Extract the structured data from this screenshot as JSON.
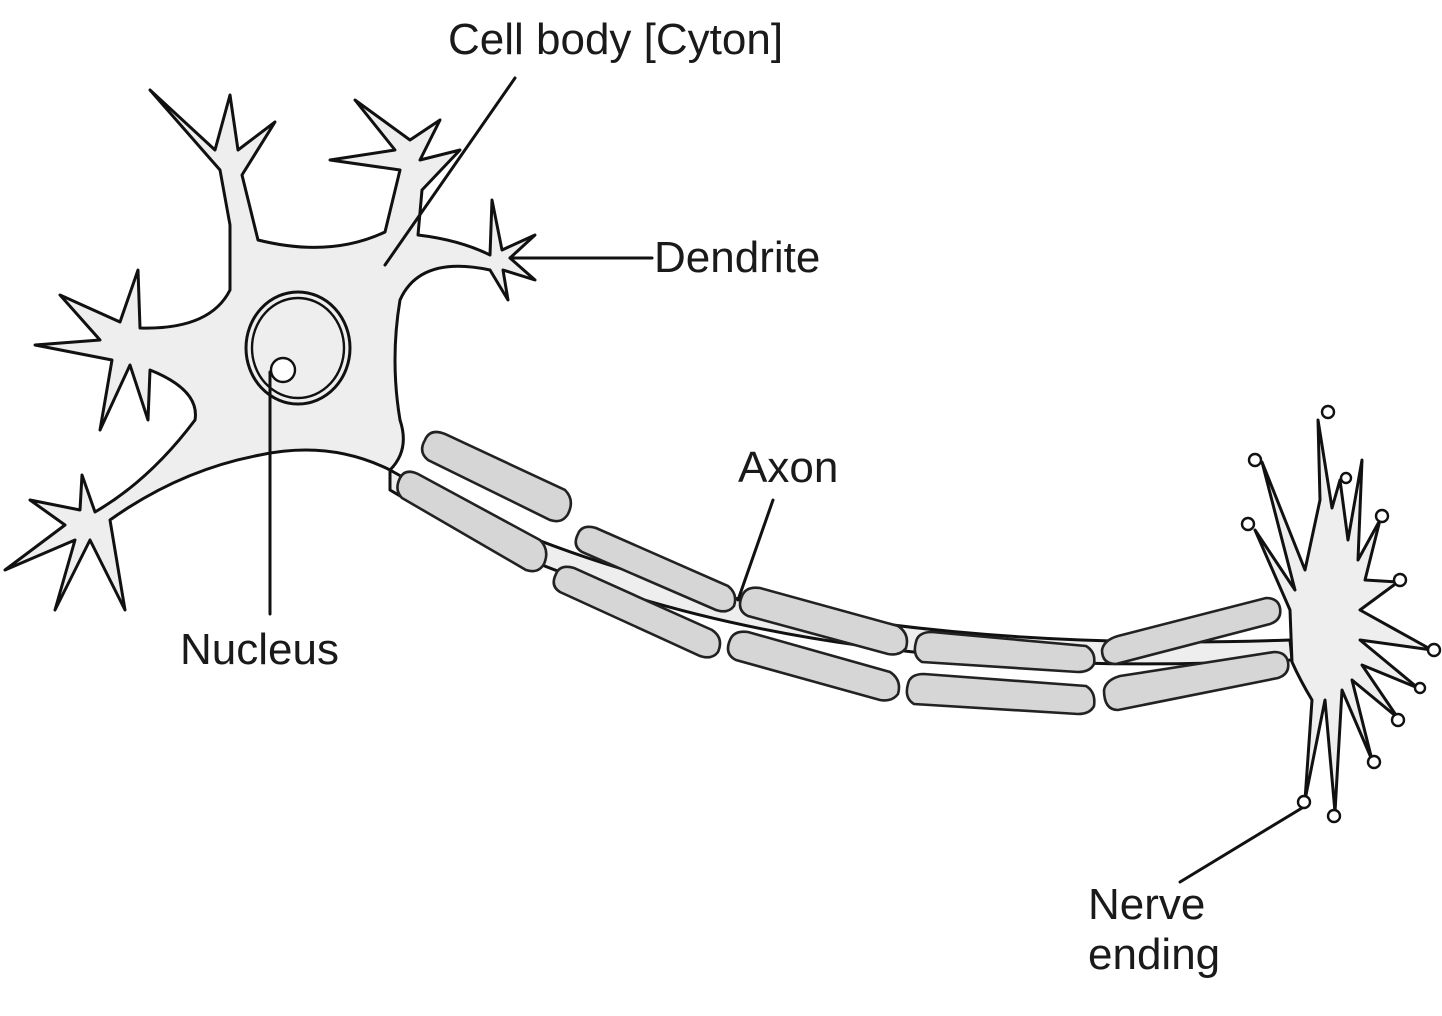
{
  "diagram": {
    "labels": {
      "cell_body": "Cell body [Cyton]",
      "dendrite": "Dendrite",
      "axon": "Axon",
      "nucleus": "Nucleus",
      "nerve_ending_line1": "Nerve",
      "nerve_ending_line2": "ending"
    },
    "colors": {
      "cell_fill": "#eeeeee",
      "myelin_fill": "#d6d6d6",
      "outline": "#111111",
      "background": "#ffffff"
    }
  }
}
